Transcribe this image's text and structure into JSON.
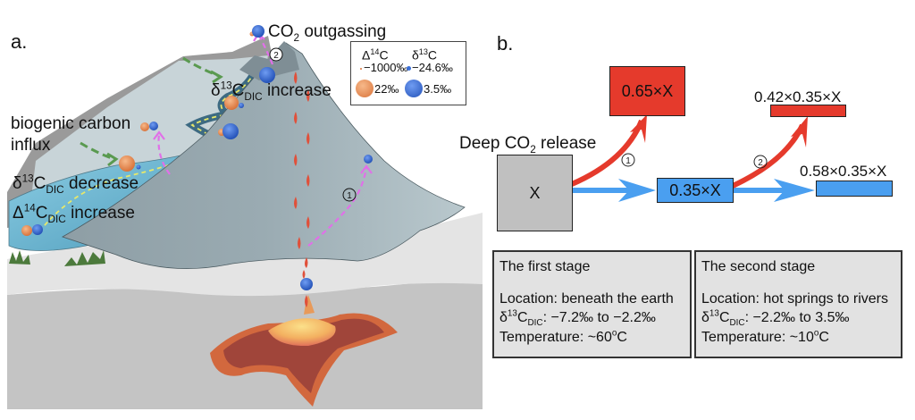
{
  "panel_a": {
    "label": "a.",
    "annotations": {
      "co2_outgassing_prefix": "CO",
      "co2_outgassing_sub": "2",
      "co2_outgassing_suffix": " outgassing",
      "d13c_increase_prefix": "δ",
      "d13c_increase_sup": "13",
      "d13c_increase_c": "C",
      "d13c_increase_sub": "DIC",
      "d13c_increase_suffix": " increase",
      "biogenic_line1": "biogenic carbon",
      "biogenic_line2": "influx",
      "d13c_decrease_prefix": "δ",
      "d13c_decrease_sup": "13",
      "d13c_decrease_c": "C",
      "d13c_decrease_sub": "DIC",
      "d13c_decrease_suffix": " decrease",
      "D14c_increase_prefix": "Δ",
      "D14c_increase_sup": "14",
      "D14c_increase_c": "C",
      "D14c_increase_sub": "DIC",
      "D14c_increase_suffix": " increase",
      "step1_marker": "①",
      "step2_marker": "②"
    },
    "legend": {
      "col1_symbol": "Δ",
      "col1_sup": "14",
      "col1_c": "C",
      "col2_symbol": "δ",
      "col2_sup": "13",
      "col2_c": "C",
      "small_col1_value": "−1000‰",
      "small_col2_value": "−24.6‰",
      "large_col1_value": "22‰",
      "large_col2_value": "3.5‰"
    },
    "colors": {
      "orange_particle": "#e8894a",
      "blue_particle": "#3a6fd8",
      "magenta_path": "#e070e8",
      "green_arrow": "#5a9a50",
      "magma_dark": "#a0453a",
      "magma_outer": "#d2683e",
      "magma_core": "#f5c060"
    }
  },
  "panel_b": {
    "label": "b.",
    "deep_release_prefix": "Deep CO",
    "deep_release_sub": "2",
    "deep_release_suffix": " release",
    "source_box": "X",
    "stage1_emitted": "0.65×X",
    "stage1_remaining": "0.35×X",
    "stage2_emitted": "0.42×0.35×X",
    "stage2_remaining": "0.58×0.35×X",
    "step1_marker": "①",
    "step2_marker": "②",
    "colors": {
      "emitted": "#e53a2c",
      "remaining": "#4a9ff0",
      "source": "#c0c0c0"
    },
    "stages": [
      {
        "title": "The first stage",
        "location": "Location: beneath the earth",
        "d13c_prefix": "δ",
        "d13c_sup": "13",
        "d13c_c": "C",
        "d13c_sub": "DIC",
        "d13c_range": ": −7.2‰ to −2.2‰",
        "temperature_prefix": "Temperature: ~60",
        "temperature_sup": "o",
        "temperature_suffix": "C"
      },
      {
        "title": "The second stage",
        "location": "Location: hot springs to rivers",
        "d13c_prefix": "δ",
        "d13c_sup": "13",
        "d13c_c": "C",
        "d13c_sub": "DIC",
        "d13c_range": ": −2.2‰ to 3.5‰",
        "temperature_prefix": "Temperature: ~10",
        "temperature_sup": "o",
        "temperature_suffix": "C"
      }
    ]
  }
}
